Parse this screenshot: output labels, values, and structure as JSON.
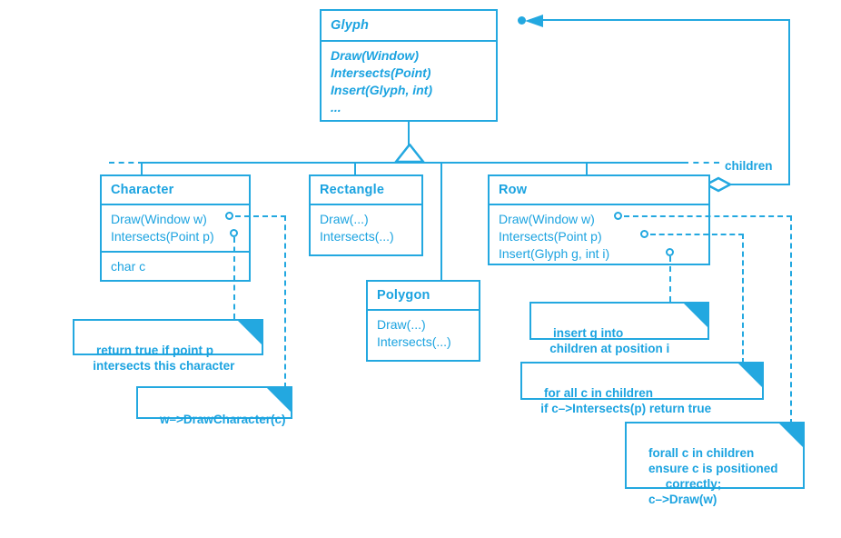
{
  "diagram": {
    "type": "uml-class-diagram",
    "accent_color": "#23a8e0",
    "background_color": "#ffffff"
  },
  "classes": [
    {
      "name": "Glyph",
      "abstract": true,
      "operations": [
        "Draw(Window)",
        "Intersects(Point)",
        "Insert(Glyph, int)",
        "..."
      ],
      "attributes": []
    },
    {
      "name": "Character",
      "abstract": false,
      "operations": [
        "Draw(Window w)",
        "Intersects(Point p)"
      ],
      "attributes": [
        "char c"
      ]
    },
    {
      "name": "Rectangle",
      "abstract": false,
      "operations": [
        "Draw(...)",
        "Intersects(...)"
      ],
      "attributes": []
    },
    {
      "name": "Polygon",
      "abstract": false,
      "operations": [
        "Draw(...)",
        "Intersects(...)"
      ],
      "attributes": []
    },
    {
      "name": "Row",
      "abstract": false,
      "operations": [
        "Draw(Window w)",
        "Intersects(Point p)",
        "Insert(Glyph g, int i)"
      ],
      "attributes": []
    }
  ],
  "notes": [
    {
      "id": "note-character-intersects",
      "text": "return true if point p\n   intersects this character"
    },
    {
      "id": "note-character-draw",
      "text": "w–>DrawCharacter(c)"
    },
    {
      "id": "note-row-insert",
      "text": "insert g into\n   children at position i"
    },
    {
      "id": "note-row-intersects",
      "text": "for all c in children\n   if c–>Intersects(p) return true"
    },
    {
      "id": "note-row-draw",
      "text": "forall c in children\n    ensure c is positioned\n         correctly;\n    c–>Draw(w)"
    }
  ],
  "associations": [
    {
      "id": "glyph-row-aggregation",
      "label": "children",
      "from": "Row",
      "to": "Glyph",
      "kind": "aggregation"
    }
  ],
  "generalization": {
    "parent": "Glyph",
    "children": [
      "Character",
      "Rectangle",
      "Polygon",
      "Row"
    ]
  }
}
